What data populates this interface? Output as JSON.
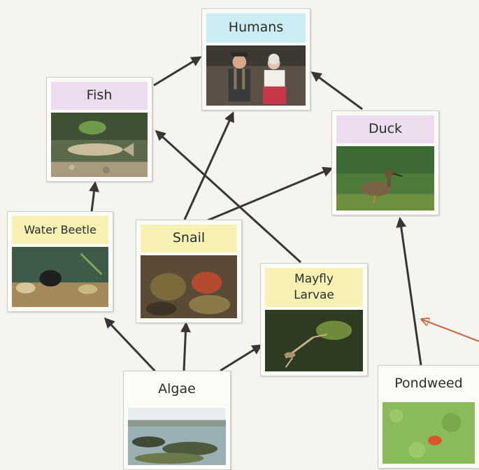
{
  "organisms": {
    "humans": {
      "label": "Humans",
      "label_color": "#ccecf3"
    },
    "fish": {
      "label": "Fish",
      "label_color": "#eddcf0"
    },
    "duck": {
      "label": "Duck",
      "label_color": "#eddcf0"
    },
    "water_beetle": {
      "label": "Water Beetle",
      "label_color": "#f7f1b4"
    },
    "snail": {
      "label": "Snail",
      "label_color": "#f7f1b4"
    },
    "mayfly_larvae": {
      "label_line1": "Mayfly",
      "label_line2": "Larvae",
      "label_color": "#f7f1b4"
    },
    "algae": {
      "label": "Algae",
      "label_color": "#fbfbf8"
    },
    "pondweed": {
      "label": "Pondweed",
      "label_color": "#fbfbf8"
    }
  },
  "arrow_color": "#3a3535",
  "highlight_arrow_color": "#c8623f"
}
